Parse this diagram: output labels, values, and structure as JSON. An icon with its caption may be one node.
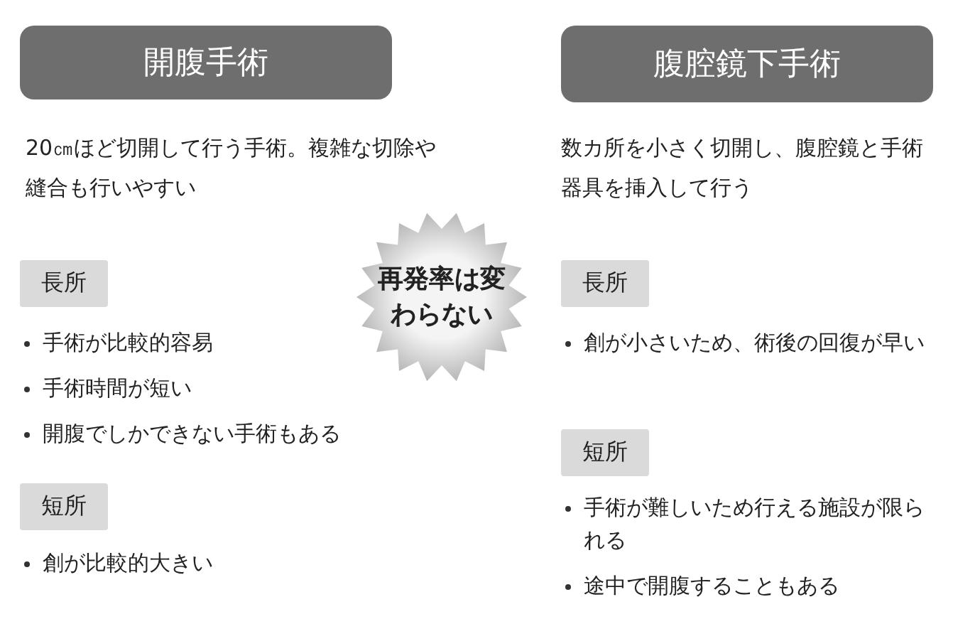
{
  "diagram": {
    "nodes": [
      {
        "text": [
          "開腹手術"
        ]
      },
      {
        "text": [
          "腹腔鏡下手術"
        ]
      },
      {
        "text": [
          "長所"
        ]
      },
      {
        "text": [
          "再発率は変わらない"
        ]
      },
      {
        "text": [
          "長所"
        ]
      },
      {
        "text": [
          "短所"
        ]
      },
      {
        "text": [
          "短所"
        ]
      }
    ],
    "labels": [
      "20㎝ほど切開して行う手術。複雑な切除や縫合も行いやすい",
      "数カ所を小さく切開し、腹腔鏡と手術器具を挿入して行う",
      "手術が比較的容易",
      "手術時間が短い",
      "開腹でしかできない手術もある",
      "創が比較的大きい",
      "創が小さいため、術後の回復が早い",
      "手術が難しいため行える施設が限られる",
      "途中で開腹することもある"
    ]
  }
}
